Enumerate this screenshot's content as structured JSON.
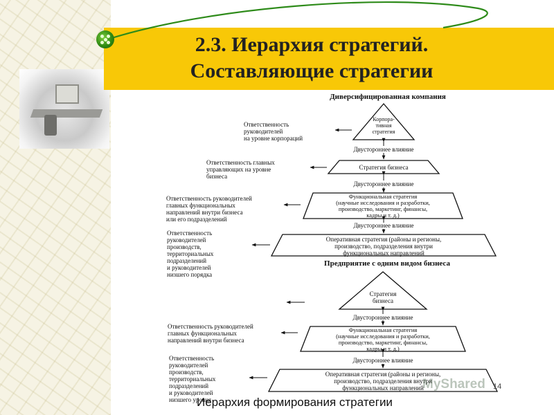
{
  "slide": {
    "title_line1": "2.3. Иерархия стратегий.",
    "title_line2": "Составляющие стратегии",
    "caption": "Иерархия формирования стратегии",
    "page_number": "14",
    "watermark": "MyShared"
  },
  "diagram1": {
    "title": "Диверсифицированная компания",
    "levels": [
      {
        "box": "Корпора-\nтивная\nстратегия",
        "label": "Ответственность\nруководителей\nна уровне корпораций"
      },
      {
        "box": "Стратегия бизнеса",
        "label": "Ответственность главных\nуправляющих на уровне\nбизнеса"
      },
      {
        "box": "Функциональная стратегия\n(научные исследования и разработки,\nпроизводство, маркетинг, финансы,\nкадры и т. д.)",
        "label": "Ответственность руководителей\nглавных функциональных\nнаправлений внутри бизнеса\nили его подразделений"
      },
      {
        "box": "Оперативная стратегия (районы и регионы,\nпроизводство, подразделения внутри\nфункциональных направлений",
        "label": "Ответственность\nруководителей\nпроизводств,\nтерриториальных\nподразделений\nи руководителей\nнизшего порядка"
      }
    ],
    "influence": [
      "Двустороннее влияние",
      "Двустороннее влияние",
      "Двустороннее влияние"
    ]
  },
  "diagram2": {
    "title": "Предприятие с одним видом бизнеса",
    "levels": [
      {
        "box": "Стратегия\nбизнеса",
        "label": ""
      },
      {
        "box": "Функциональная стратегия\n(научные исследования и разработки,\nпроизводство, маркетинг, финансы,\nкадры и т. д.)",
        "label": "Ответственность руководителей\nглавных функциональных\nнаправлений внутри бизнеса"
      },
      {
        "box": "Оперативная стратегия (районы и регионы,\nпроизводство, подразделения внутри\nфункциональных направлений",
        "label": "Ответственность\nруководителей\nпроизводств,\nтерриториальных\nподразделений\nи руководителей\nнизшего уровня"
      }
    ],
    "influence": [
      "Двустороннее влияние",
      "Двустороннее влияние"
    ]
  },
  "colors": {
    "accent_yellow": "#f8c807",
    "bullet_green": "#2f8a12",
    "arc_green": "#2e8b1a"
  }
}
